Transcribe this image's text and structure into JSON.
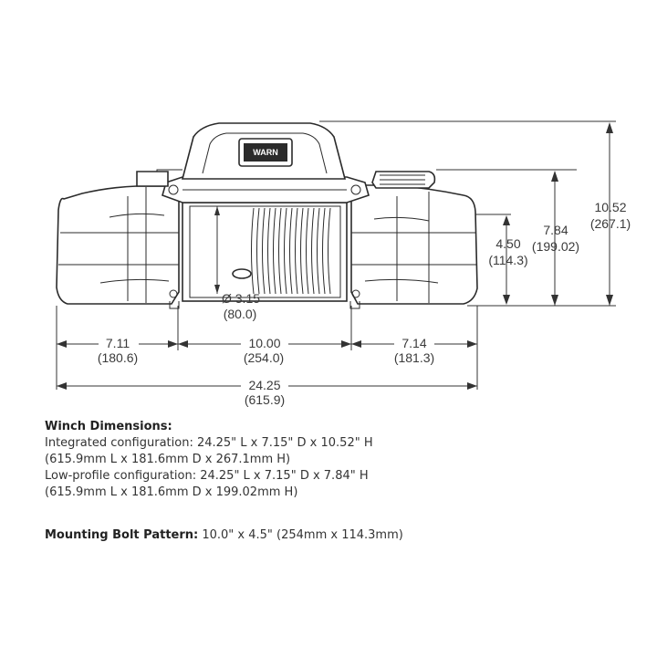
{
  "logo": {
    "text": "WARN"
  },
  "dimensions": {
    "height_total": {
      "in": "10.52",
      "mm": "(267.1)"
    },
    "height_low": {
      "in": "7.84",
      "mm": "(199.02)"
    },
    "bolt_vertical": {
      "in": "4.50",
      "mm": "(114.3)"
    },
    "drum_diameter": {
      "in": "Ø 3.15",
      "mm": "(80.0)"
    },
    "left_section": {
      "in": "7.11",
      "mm": "(180.6)"
    },
    "drum_length": {
      "in": "10.00",
      "mm": "(254.0)"
    },
    "right_section": {
      "in": "7.14",
      "mm": "(181.3)"
    },
    "overall_length": {
      "in": "24.25",
      "mm": "(615.9)"
    }
  },
  "specs": {
    "winch_heading": "Winch Dimensions:",
    "integrated_line1": "Integrated configuration: 24.25\" L x 7.15\" D x 10.52\" H",
    "integrated_line2": "(615.9mm L x 181.6mm D x 267.1mm H)",
    "lowprofile_line1": "Low-profile configuration: 24.25\" L x 7.15\" D x 7.84\" H",
    "lowprofile_line2": "(615.9mm L x 181.6mm D x 199.02mm H)",
    "bolt_heading": "Mounting Bolt Pattern:",
    "bolt_value": " 10.0\" x 4.5\" (254mm x 114.3mm)"
  }
}
